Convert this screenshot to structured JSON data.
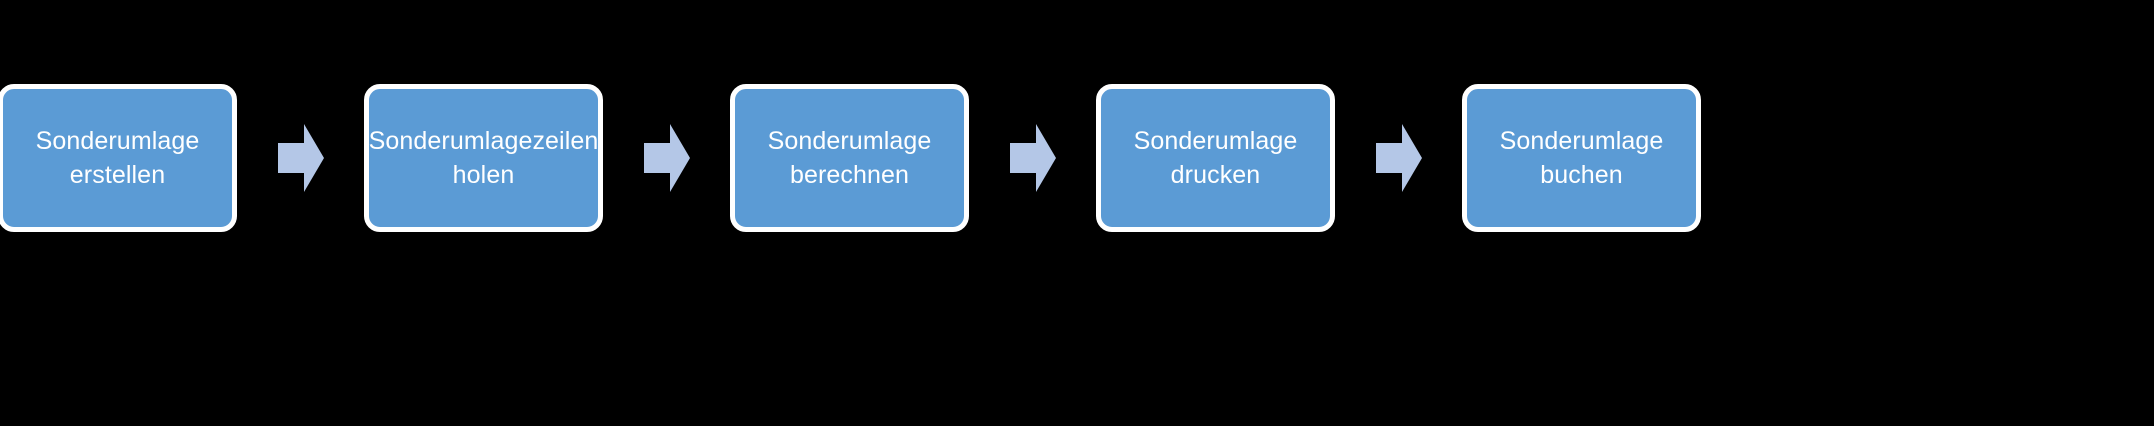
{
  "diagram": {
    "type": "process-flow",
    "orientation": "horizontal",
    "background_color": "#000000",
    "node_fill_color": "#5B9BD5",
    "node_border_color": "#FFFFFF",
    "node_text_color": "#FFFFFF",
    "arrow_color": "#B4C7E7",
    "steps": [
      {
        "id": "step-1",
        "label": "Sonderumlage\nerstellen"
      },
      {
        "id": "step-2",
        "label": "Sonderumlagezeilen\nholen"
      },
      {
        "id": "step-3",
        "label": "Sonderumlage\nberechnen"
      },
      {
        "id": "step-4",
        "label": "Sonderumlage\ndrucken"
      },
      {
        "id": "step-5",
        "label": "Sonderumlage buchen"
      }
    ],
    "connectors": [
      {
        "id": "arrow-1",
        "icon": "right-arrow-icon",
        "from": "step-1",
        "to": "step-2"
      },
      {
        "id": "arrow-2",
        "icon": "right-arrow-icon",
        "from": "step-2",
        "to": "step-3"
      },
      {
        "id": "arrow-3",
        "icon": "right-arrow-icon",
        "from": "step-3",
        "to": "step-4"
      },
      {
        "id": "arrow-4",
        "icon": "right-arrow-icon",
        "from": "step-4",
        "to": "step-5"
      }
    ]
  }
}
